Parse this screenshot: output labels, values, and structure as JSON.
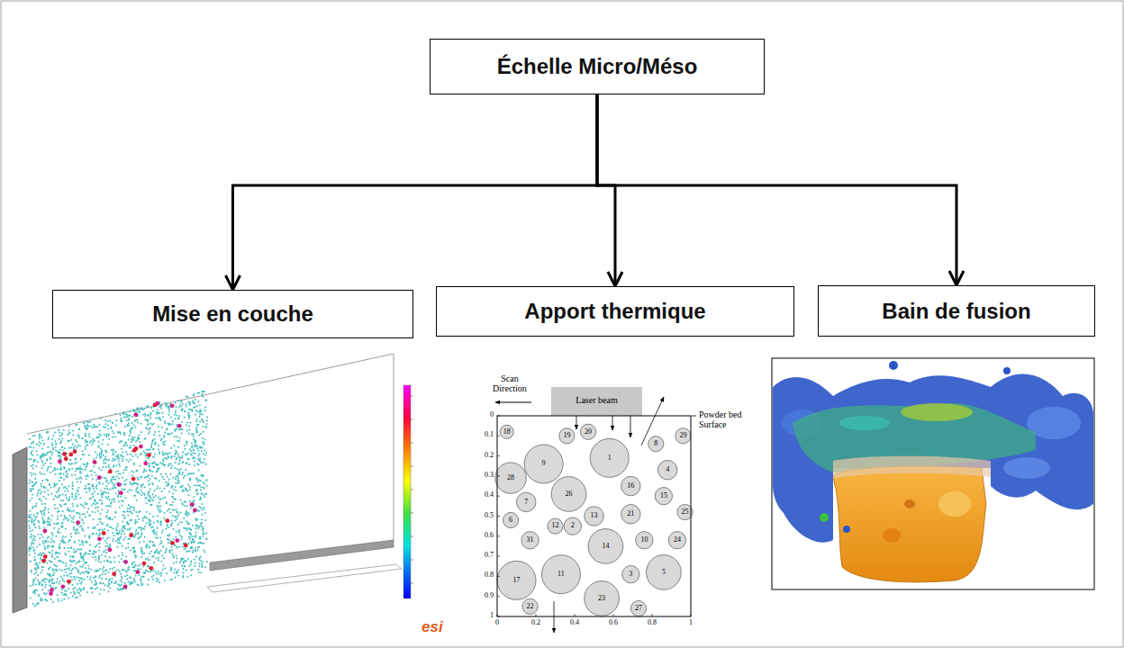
{
  "diagram": {
    "nodes": [
      {
        "text": [
          "Échelle Micro/Méso"
        ]
      },
      {
        "text": [
          "Mise en couche"
        ]
      },
      {
        "text": [
          "Apport thermique"
        ]
      },
      {
        "text": [
          "Bain de fusion"
        ]
      }
    ],
    "edges": [
      {
        "from": 0,
        "to": 1,
        "arrow": "to"
      },
      {
        "from": 0,
        "to": 2,
        "arrow": "to"
      },
      {
        "from": 0,
        "to": 3,
        "arrow": "to"
      }
    ],
    "labels": [
      "Scan Direction",
      "Laser beam",
      "Powder bed Surface",
      "0",
      "0.1",
      "0.2",
      "0.3",
      "0.4",
      "0.5",
      "0.6",
      "0.7",
      "0.8",
      "0.9",
      "1",
      "0",
      "0.2",
      "0.4",
      "0.6",
      "0.8",
      "1",
      "18",
      "20",
      "29",
      "8",
      "19",
      "9",
      "1",
      "28",
      "4",
      "26",
      "16",
      "15",
      "7",
      "21",
      "25",
      "13",
      "6",
      "12",
      "2",
      "14",
      "31",
      "10",
      "24",
      "11",
      "3",
      "5",
      "17",
      "23",
      "22",
      "27",
      "esi"
    ]
  }
}
